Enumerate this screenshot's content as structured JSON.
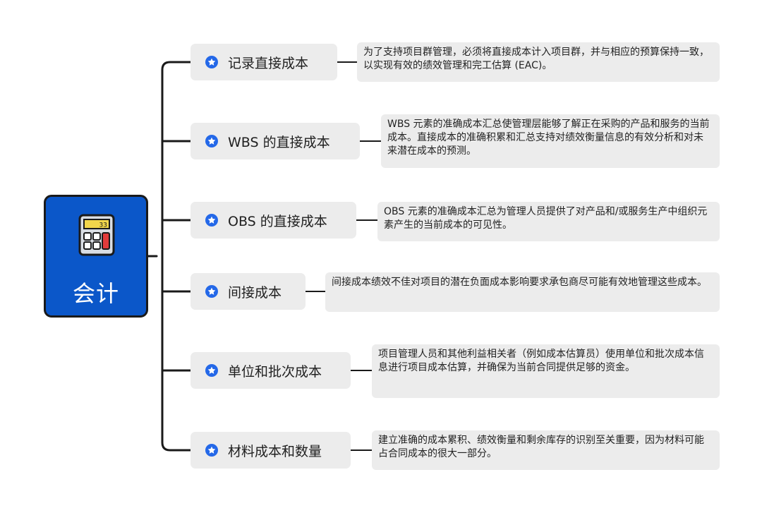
{
  "root": {
    "title": "会计",
    "icon": "calculator-icon",
    "display_value": "33"
  },
  "branches": [
    {
      "label": "记录直接成本",
      "icon": "star-icon",
      "description": "为了支持项目群管理，必须将直接成本计入项目群，并与相应的预算保持一致，以实现有效的绩效管理和完工估算 (EAC)。"
    },
    {
      "label": "WBS 的直接成本",
      "icon": "star-icon",
      "description": "WBS 元素的准确成本汇总使管理层能够了解正在采购的产品和服务的当前成本。直接成本的准确积累和汇总支持对绩效衡量信息的有效分析和对未来潜在成本的预测。"
    },
    {
      "label": "OBS 的直接成本",
      "icon": "star-icon",
      "description": "OBS 元素的准确成本汇总为管理人员提供了对产品和/或服务生产中组织元素产生的当前成本的可见性。"
    },
    {
      "label": "间接成本",
      "icon": "star-icon",
      "description": "间接成本绩效不佳对项目的潜在负面成本影响要求承包商尽可能有效地管理这些成本。"
    },
    {
      "label": "单位和批次成本",
      "icon": "star-icon",
      "description": "项目管理人员和其他利益相关者（例如成本估算员）使用单位和批次成本信息进行项目成本估算，并确保为当前合同提供足够的资金。"
    },
    {
      "label": "材料成本和数量",
      "icon": "star-icon",
      "description": "建立准确的成本累积、绩效衡量和剩余库存的识别至关重要，因为材料可能占合同成本的很大一部分。"
    }
  ],
  "colors": {
    "root_fill": "#0b57c9",
    "node_fill": "#ececec",
    "star": "#2468e8",
    "line": "#1a1a1a"
  }
}
